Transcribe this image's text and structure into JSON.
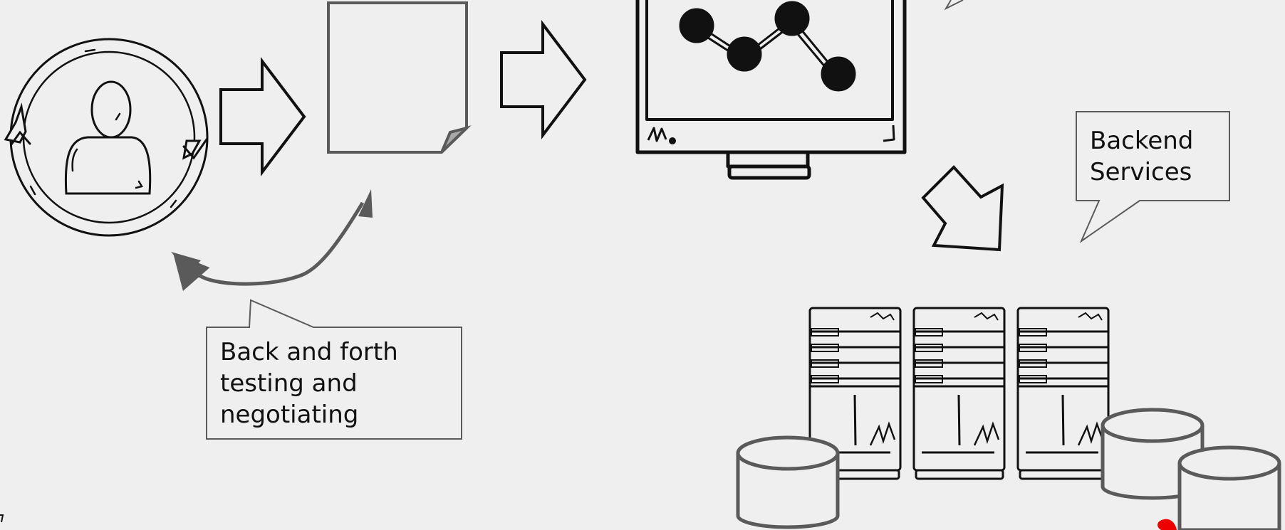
{
  "diagram": {
    "callouts": {
      "backend": {
        "lines": [
          "Backend",
          "Services"
        ]
      },
      "negotiation": {
        "lines": [
          "Back and forth",
          "testing and",
          "negotiating"
        ]
      }
    },
    "colors": {
      "background": "#efefef",
      "ink": "#111111",
      "gray_ink": "#5a5a5a",
      "brand_red": "#ee0000"
    },
    "icons": [
      "user-cycle-icon",
      "document-icon",
      "monitor-chart-icon",
      "server-rack-icon",
      "database-icon",
      "arrow-right-icon",
      "arrow-down-right-icon",
      "curved-arrow-icon"
    ]
  }
}
